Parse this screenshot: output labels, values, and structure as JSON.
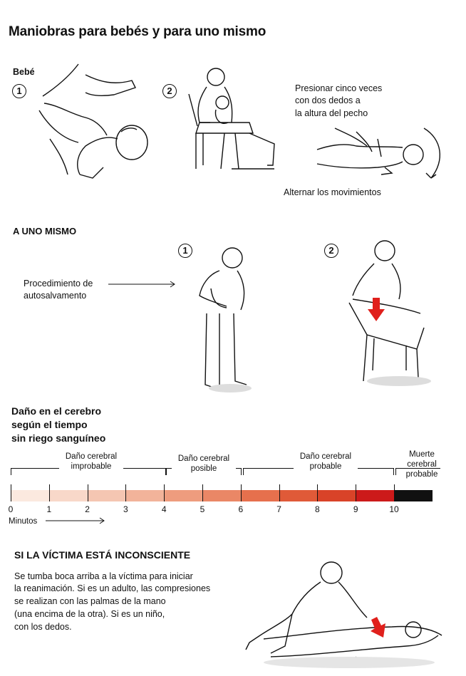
{
  "title": "Maniobras para bebés y para uno mismo",
  "baby": {
    "label": "Bebé",
    "step1": "1",
    "step2": "2",
    "instruction_line1": "Presionar cinco veces",
    "instruction_line2": "con dos dedos a",
    "instruction_line3": "la altura del pecho",
    "alternate": "Alternar los movimientos"
  },
  "self": {
    "heading": "A UNO MISMO",
    "step1": "1",
    "step2": "2",
    "procedure_line1": "Procedimiento de",
    "procedure_line2": "autosalvamento"
  },
  "brain": {
    "heading_line1": "Daño en el cerebro",
    "heading_line2": "según el tiempo",
    "heading_line3": "sin riego sanguíneo",
    "ranges": [
      {
        "line1": "Daño cerebral",
        "line2": "improbable"
      },
      {
        "line1": "Daño cerebral",
        "line2": "posible"
      },
      {
        "line1": "Daño cerebral",
        "line2": "probable"
      },
      {
        "line1": "Muerte",
        "line2": "cerebral",
        "line3": "probable"
      }
    ],
    "minutes": [
      "0",
      "1",
      "2",
      "3",
      "4",
      "5",
      "6",
      "7",
      "8",
      "9",
      "10"
    ],
    "minutes_label": "Minutos",
    "colors": [
      "#fbe9df",
      "#f8d8c9",
      "#f5c6b2",
      "#f2b39a",
      "#ee9c7e",
      "#ea8766",
      "#e6704d",
      "#e05a38",
      "#d94328",
      "#cc1a1a",
      "#111111"
    ]
  },
  "unconscious": {
    "heading": "SI LA VÍCTIMA ESTÁ INCONSCIENTE",
    "body_line1": "Se tumba boca arriba a la víctima para iniciar",
    "body_line2": "la reanimación. Si es un adulto, las compresiones",
    "body_line3": "se realizan con las palmas de la mano",
    "body_line4": "(una encima de la otra). Si es un niño,",
    "body_line5": "con los dedos."
  },
  "accent_color": "#e0201c"
}
